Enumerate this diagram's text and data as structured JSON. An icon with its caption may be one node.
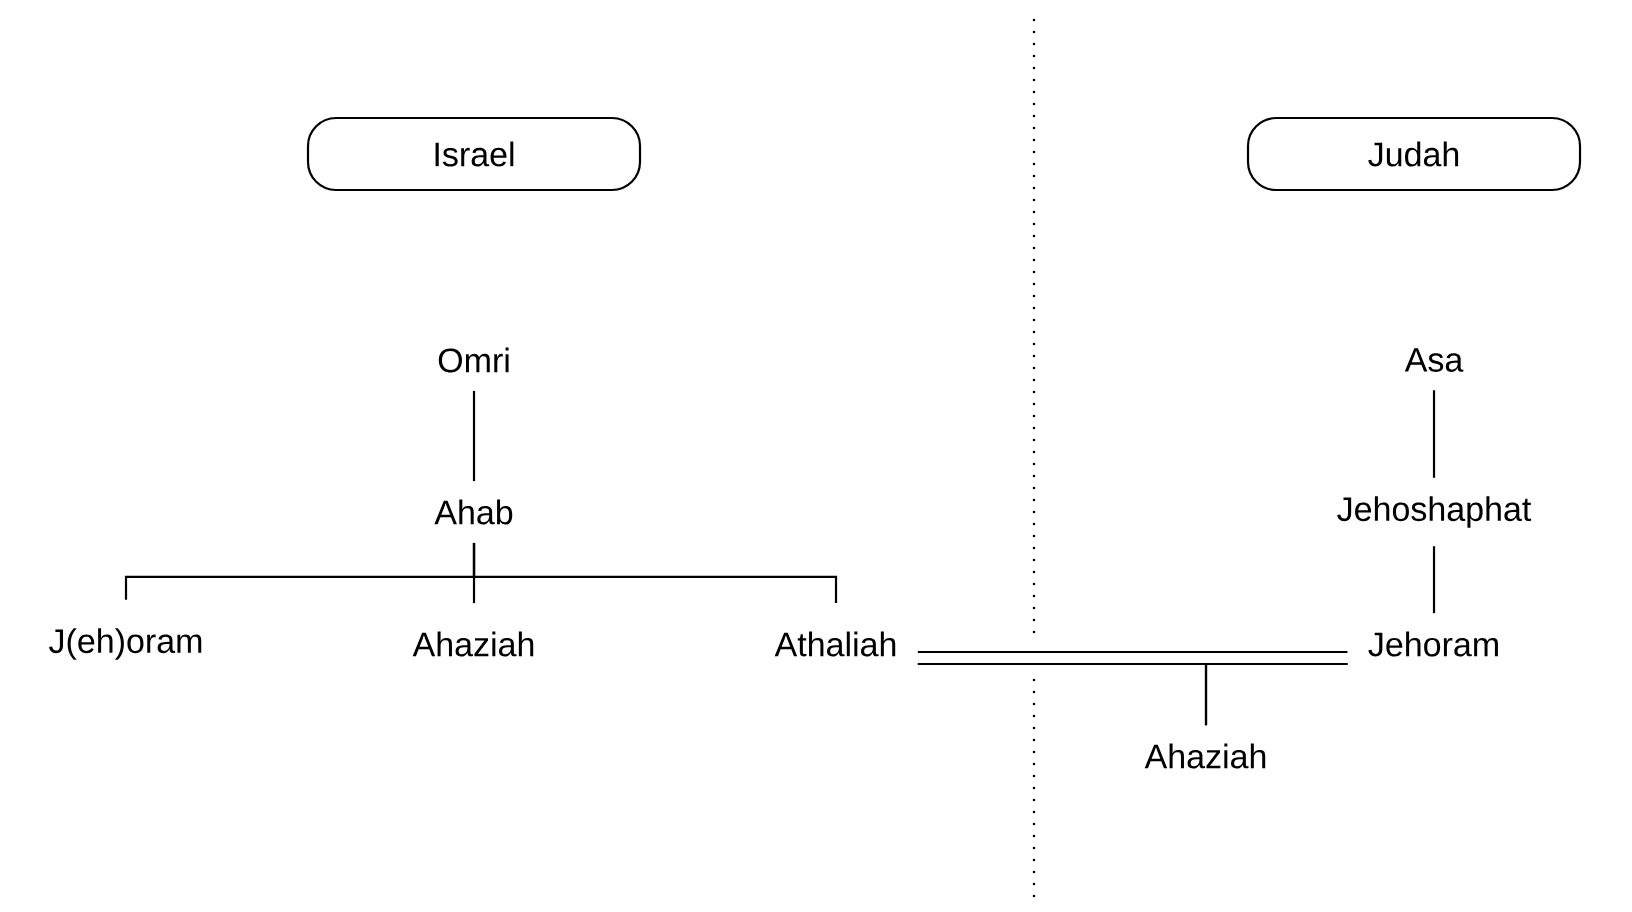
{
  "diagram": {
    "nodes": [
      {
        "text": [
          "Israel"
        ]
      },
      {
        "text": [
          "Judah"
        ]
      },
      {
        "text": [
          "Omri"
        ]
      },
      {
        "text": [
          "Ahab"
        ]
      },
      {
        "text": [
          "J(eh)oram"
        ]
      },
      {
        "text": [
          "Ahaziah"
        ]
      },
      {
        "text": [
          "Athaliah"
        ]
      },
      {
        "text": [
          "Asa"
        ]
      },
      {
        "text": [
          "Jehoshaphat"
        ]
      },
      {
        "text": [
          "Jehoram"
        ]
      },
      {
        "text": [
          "Ahaziah"
        ]
      }
    ],
    "edges": [
      {
        "from": 2,
        "to": 3,
        "arrow": "none"
      },
      {
        "from": 3,
        "to": 4,
        "arrow": "none"
      },
      {
        "from": 3,
        "to": 5,
        "arrow": "none"
      },
      {
        "from": 3,
        "to": 6,
        "arrow": "none"
      },
      {
        "from": 7,
        "to": 8,
        "arrow": "none"
      },
      {
        "from": 8,
        "to": 9,
        "arrow": "none"
      },
      {
        "from": 6,
        "to": 9,
        "arrow": "none"
      },
      {
        "from": 6,
        "to": 10,
        "arrow": "none"
      },
      {
        "from": 9,
        "to": 10,
        "arrow": "none"
      }
    ]
  }
}
